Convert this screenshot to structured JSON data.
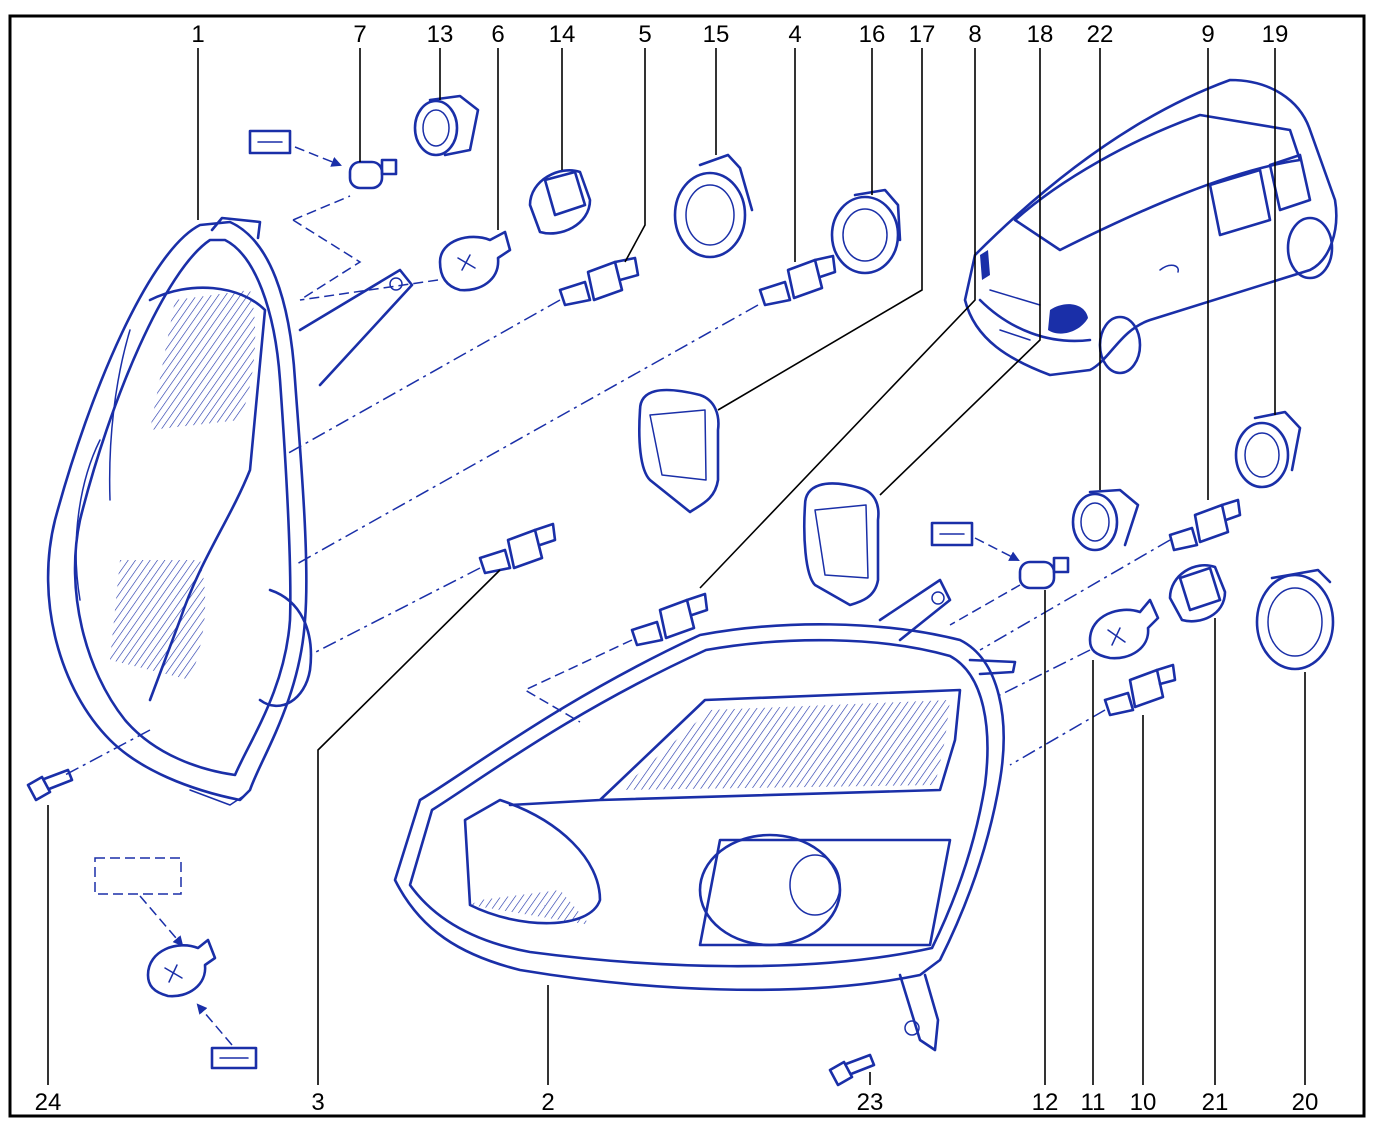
{
  "diagram": {
    "colors": {
      "line_art": "#1a2fa8",
      "callouts": "#000000",
      "background": "#ffffff"
    },
    "callouts_top": [
      {
        "id": "c1",
        "label": "1"
      },
      {
        "id": "c7",
        "label": "7"
      },
      {
        "id": "c13",
        "label": "13"
      },
      {
        "id": "c6",
        "label": "6"
      },
      {
        "id": "c14",
        "label": "14"
      },
      {
        "id": "c5",
        "label": "5"
      },
      {
        "id": "c15",
        "label": "15"
      },
      {
        "id": "c4",
        "label": "4"
      },
      {
        "id": "c16",
        "label": "16"
      },
      {
        "id": "c17",
        "label": "17"
      },
      {
        "id": "c8",
        "label": "8"
      },
      {
        "id": "c18",
        "label": "18"
      },
      {
        "id": "c22",
        "label": "22"
      },
      {
        "id": "c9",
        "label": "9"
      },
      {
        "id": "c19",
        "label": "19"
      }
    ],
    "callouts_bottom": [
      {
        "id": "c24",
        "label": "24"
      },
      {
        "id": "c3",
        "label": "3"
      },
      {
        "id": "c2",
        "label": "2"
      },
      {
        "id": "c23",
        "label": "23"
      },
      {
        "id": "c12",
        "label": "12"
      },
      {
        "id": "c11",
        "label": "11"
      },
      {
        "id": "c10",
        "label": "10"
      },
      {
        "id": "c21",
        "label": "21"
      },
      {
        "id": "c20",
        "label": "20"
      }
    ],
    "icons": [
      "bulb-icon",
      "bulb-type-box-icon",
      "bulb-holder-icon",
      "bulb-cap-icon",
      "screw-icon",
      "headlight-icon",
      "vehicle-icon"
    ]
  }
}
